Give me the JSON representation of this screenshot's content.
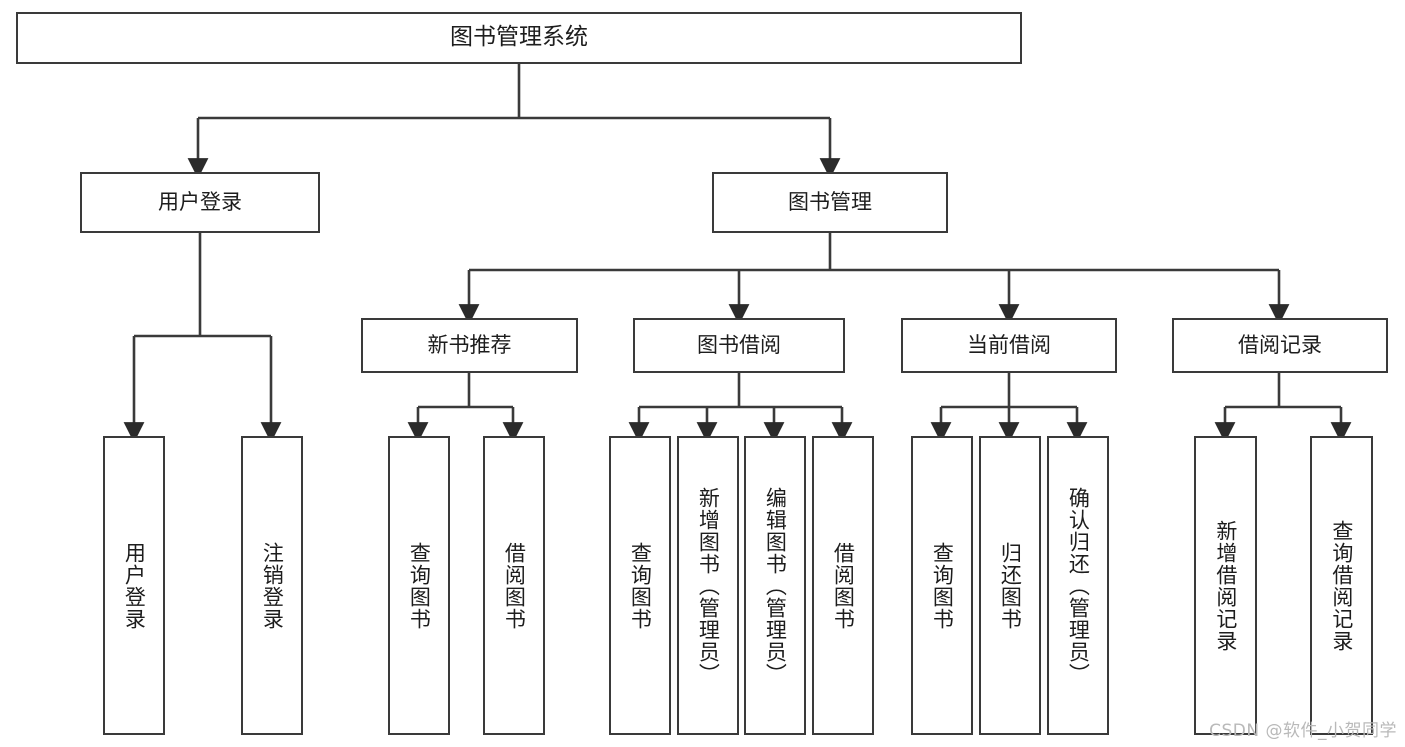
{
  "diagram": {
    "title": "图书管理系统",
    "watermark": "CSDN @软件_小贺同学",
    "stroke_color": "#3a3a3a",
    "text_color": "#1d1d1d",
    "background_color": "#ffffff",
    "watermark_color": "#b9b9b9",
    "nodes": {
      "root": "图书管理系统",
      "level2": {
        "user_login": "用户登录",
        "book_manage": "图书管理"
      },
      "level3": {
        "new_book_recommend": "新书推荐",
        "book_borrow": "图书借阅",
        "current_borrow": "当前借阅",
        "borrow_record": "借阅记录"
      },
      "leaves": {
        "user_login_1": "用户登录",
        "user_login_2": "注销登录",
        "recommend_1": "查询图书",
        "recommend_2": "借阅图书",
        "borrow_1": "查询图书",
        "borrow_2": "新增图书（管理员）",
        "borrow_3": "编辑图书（管理员）",
        "borrow_4": "借阅图书",
        "current_1": "查询图书",
        "current_2": "归还图书",
        "current_3": "确认归还（管理员）",
        "record_1": "新增借阅记录",
        "record_2": "查询借阅记录"
      }
    }
  },
  "chart_data": {
    "type": "diagram",
    "subtype": "tree-hierarchy",
    "title": "图书管理系统",
    "orientation": "top-down",
    "tree": {
      "label": "图书管理系统",
      "children": [
        {
          "label": "用户登录",
          "children": [
            {
              "label": "用户登录",
              "children": []
            },
            {
              "label": "注销登录",
              "children": []
            }
          ]
        },
        {
          "label": "图书管理",
          "children": [
            {
              "label": "新书推荐",
              "children": [
                {
                  "label": "查询图书",
                  "children": []
                },
                {
                  "label": "借阅图书",
                  "children": []
                }
              ]
            },
            {
              "label": "图书借阅",
              "children": [
                {
                  "label": "查询图书",
                  "children": []
                },
                {
                  "label": "新增图书（管理员）",
                  "children": []
                },
                {
                  "label": "编辑图书（管理员）",
                  "children": []
                },
                {
                  "label": "借阅图书",
                  "children": []
                }
              ]
            },
            {
              "label": "当前借阅",
              "children": [
                {
                  "label": "查询图书",
                  "children": []
                },
                {
                  "label": "归还图书",
                  "children": []
                },
                {
                  "label": "确认归还（管理员）",
                  "children": []
                }
              ]
            },
            {
              "label": "借阅记录",
              "children": [
                {
                  "label": "新增借阅记录",
                  "children": []
                },
                {
                  "label": "查询借阅记录",
                  "children": []
                }
              ]
            }
          ]
        }
      ]
    }
  }
}
